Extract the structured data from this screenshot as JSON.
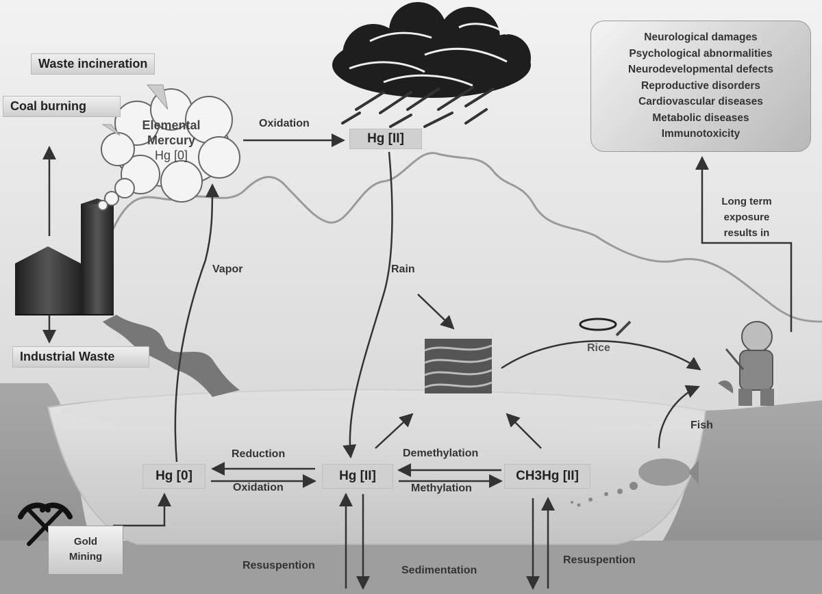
{
  "sources": {
    "waste_incineration": "Waste incineration",
    "coal_burning": "Coal burning",
    "industrial_waste": "Industrial Waste",
    "gold_mining_line1": "Gold",
    "gold_mining_line2": "Mining"
  },
  "elemental_mercury": {
    "line1": "Elemental",
    "line2": "Mercury",
    "line3": "Hg [0]"
  },
  "atmosphere": {
    "oxidation": "Oxidation",
    "hg_ii": "Hg [II]",
    "vapor": "Vapor",
    "rain": "Rain"
  },
  "water": {
    "hg0": "Hg [0]",
    "hg_ii": "Hg [II]",
    "ch3hg": "CH3Hg [II]",
    "reduction": "Reduction",
    "oxidation": "Oxidation",
    "demethylation": "Demethylation",
    "methylation": "Methylation",
    "resuspension_left": "Resuspention",
    "resuspension_right": "Resuspention",
    "sedimentation": "Sedimentation"
  },
  "food_chain": {
    "rice": "Rice",
    "fish": "Fish"
  },
  "exposure": {
    "line1": "Long term",
    "line2": "exposure",
    "line3": "results in"
  },
  "health_effects": [
    "Neurological damages",
    "Psychological abnormalities",
    "Neurodevelopmental defects",
    "Reproductive disorders",
    "Cardiovascular diseases",
    "Metabolic diseases",
    "Immunotoxicity"
  ]
}
